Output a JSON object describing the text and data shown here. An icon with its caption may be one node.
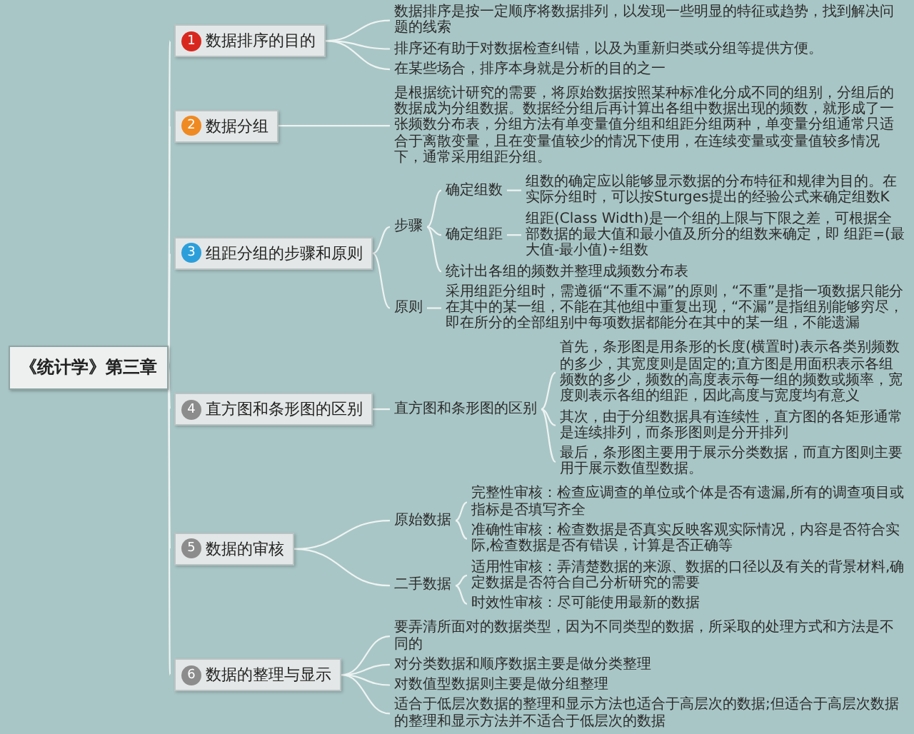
{
  "diagram": {
    "nodes": [
      {
        "text": [
          "《统计学》第三章"
        ]
      },
      {
        "text": [
          "1",
          "数据排序的目的"
        ]
      },
      {
        "text": [
          "数据排序是按一定顺序将数据排列，以发现一些明显的特征或趋势，找到解决问题的线索"
        ]
      },
      {
        "text": [
          "排序还有助于对数据检查纠错，以及为重新归类或分组等提供方便。"
        ]
      },
      {
        "text": [
          "在某些场合，排序本身就是分析的目的之一"
        ]
      },
      {
        "text": [
          "2",
          "数据分组"
        ]
      },
      {
        "text": [
          "是根据统计研究的需要，将原始数据按照某种标准化分成不同的组别，分组后的数据成为分组数据。数据经分组后再计算出各组中数据出现的频数，就形成了一张频数分布表，分组方法有单变量值分组和组距分组两种，单变量分组通常只适合于离散变量，且在变量值较少的情况下使用，在连续变量或变量值较多情况下，通常采用组距分组。"
        ]
      },
      {
        "text": [
          "3",
          "组距分组的步骤和原则"
        ]
      },
      {
        "text": [
          "步骤"
        ]
      },
      {
        "text": [
          "确定组数"
        ]
      },
      {
        "text": [
          "组数的确定应以能够显示数据的分布特征和规律为目的。在实际分组时，可以按Sturges提出的经验公式来确定组数K"
        ]
      },
      {
        "text": [
          "确定组距"
        ]
      },
      {
        "text": [
          "组距(Class Width)是一个组的上限与下限之差，可根据全部数据的最大值和最小值及所分的组数来确定，即 组距=(最大值-最小值)÷组数"
        ]
      },
      {
        "text": [
          "统计出各组的频数并整理成频数分布表"
        ]
      },
      {
        "text": [
          "原则"
        ]
      },
      {
        "text": [
          "采用组距分组时，需遵循“不重不漏”的原则，“不重”是指一项数据只能分在其中的某一组，不能在其他组中重复出现，“不漏”是指组别能够穷尽，即在所分的全部组别中每项数据都能分在其中的某一组，不能遗漏"
        ]
      },
      {
        "text": [
          "4",
          "直方图和条形图的区别"
        ]
      },
      {
        "text": [
          "直方图和条形图的区别"
        ]
      },
      {
        "text": [
          "首先，条形图是用条形的长度(横置时)表示各类别频数的多少，其宽度则是固定的;直方图是用面积表示各组频数的多少，频数的高度表示每一组的频数或频率，宽度则表示各组的组距，因此高度与宽度均有意义"
        ]
      },
      {
        "text": [
          "其次，由于分组数据具有连续性，直方图的各矩形通常是连续排列，而条形图则是分开排列"
        ]
      },
      {
        "text": [
          "最后，条形图主要用于展示分类数据，而直方图则主要用于展示数值型数据。"
        ]
      },
      {
        "text": [
          "5",
          "数据的审核"
        ]
      },
      {
        "text": [
          "原始数据"
        ]
      },
      {
        "text": [
          "完整性审核：检查应调查的单位或个体是否有遗漏,所有的调查项目或指标是否填写齐全"
        ]
      },
      {
        "text": [
          "准确性审核：检查数据是否真实反映客观实际情况，内容是否符合实际,检查数据是否有错误，计算是否正确等"
        ]
      },
      {
        "text": [
          "二手数据"
        ]
      },
      {
        "text": [
          "适用性审核：弄清楚数据的来源、数据的口径以及有关的背景材料,确定数据是否符合自己分析研究的需要"
        ]
      },
      {
        "text": [
          "时效性审核：尽可能使用最新的数据"
        ]
      },
      {
        "text": [
          "6",
          "数据的整理与显示"
        ]
      },
      {
        "text": [
          "要弄清所面对的数据类型，因为不同类型的数据，所采取的处理方式和方法是不同的"
        ]
      },
      {
        "text": [
          "对分类数据和顺序数据主要是做分类整理"
        ]
      },
      {
        "text": [
          "对数值型数据则主要是做分组整理"
        ]
      },
      {
        "text": [
          "适合于低层次数据的整理和显示方法也适合于高层次的数据;但适合于高层次数据的整理和显示方法并不适合于低层次的数据"
        ]
      }
    ],
    "edges": [
      {
        "from": 0,
        "to": 1,
        "arrow": "none"
      },
      {
        "from": 0,
        "to": 5,
        "arrow": "none"
      },
      {
        "from": 0,
        "to": 7,
        "arrow": "none"
      },
      {
        "from": 0,
        "to": 16,
        "arrow": "none"
      },
      {
        "from": 0,
        "to": 21,
        "arrow": "none"
      },
      {
        "from": 0,
        "to": 28,
        "arrow": "none"
      },
      {
        "from": 1,
        "to": 2,
        "arrow": "none"
      },
      {
        "from": 1,
        "to": 3,
        "arrow": "none"
      },
      {
        "from": 1,
        "to": 4,
        "arrow": "none"
      },
      {
        "from": 5,
        "to": 6,
        "arrow": "none"
      },
      {
        "from": 7,
        "to": 8,
        "arrow": "none"
      },
      {
        "from": 7,
        "to": 14,
        "arrow": "none"
      },
      {
        "from": 8,
        "to": 9,
        "arrow": "none"
      },
      {
        "from": 8,
        "to": 11,
        "arrow": "none"
      },
      {
        "from": 8,
        "to": 13,
        "arrow": "none"
      },
      {
        "from": 9,
        "to": 10,
        "arrow": "none"
      },
      {
        "from": 11,
        "to": 12,
        "arrow": "none"
      },
      {
        "from": 14,
        "to": 15,
        "arrow": "none"
      },
      {
        "from": 16,
        "to": 17,
        "arrow": "none"
      },
      {
        "from": 17,
        "to": 18,
        "arrow": "none"
      },
      {
        "from": 17,
        "to": 19,
        "arrow": "none"
      },
      {
        "from": 17,
        "to": 20,
        "arrow": "none"
      },
      {
        "from": 21,
        "to": 22,
        "arrow": "none"
      },
      {
        "from": 21,
        "to": 25,
        "arrow": "none"
      },
      {
        "from": 22,
        "to": 23,
        "arrow": "none"
      },
      {
        "from": 22,
        "to": 24,
        "arrow": "none"
      },
      {
        "from": 25,
        "to": 26,
        "arrow": "none"
      },
      {
        "from": 25,
        "to": 27,
        "arrow": "none"
      },
      {
        "from": 28,
        "to": 29,
        "arrow": "none"
      },
      {
        "from": 28,
        "to": 30,
        "arrow": "none"
      },
      {
        "from": 28,
        "to": 31,
        "arrow": "none"
      },
      {
        "from": 28,
        "to": 32,
        "arrow": "none"
      }
    ]
  }
}
